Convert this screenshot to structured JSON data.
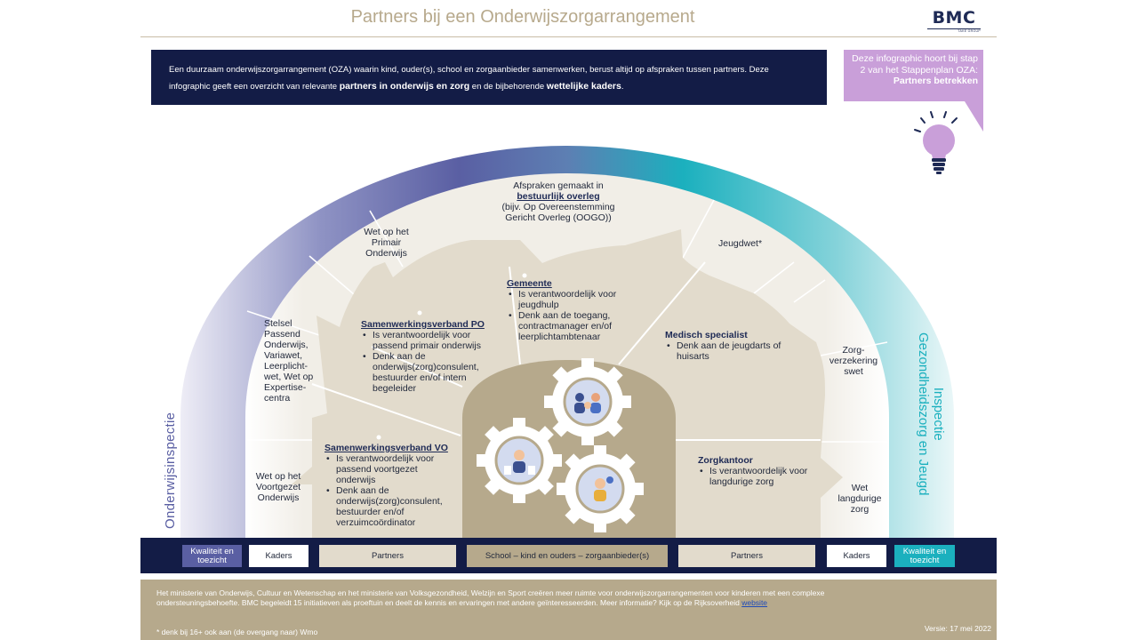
{
  "header": {
    "title": "Partners bij een Onderwijszorgarrangement",
    "logo": "BMC",
    "logo_sub": "TAKE GROUP"
  },
  "intro": {
    "text_1": "Een duurzaam onderwijszorgarrangement (OZA) waarin kind, ouder(s), school en zorgaanbieder samenwerken, berust altijd op afspraken tussen partners. Deze infographic geeft een overzicht van relevante ",
    "bold_1": "partners in onderwijs en zorg",
    "text_2": " en de bijbehorende ",
    "bold_2": "wettelijke kaders",
    "text_3": "."
  },
  "callout": {
    "line_1": "Deze infographic hoort bij stap 2 van het Stappenplan OZA:",
    "bold": "Partners betrekken"
  },
  "diagram": {
    "top": {
      "line_1": "Afspraken gemaakt in",
      "bold": "bestuurlijk overleg",
      "line_2": "(bijv. Op Overeenstemming Gericht Overleg (OOGO))"
    },
    "laws": {
      "wpo": "Wet op het Primair Onderwijs",
      "stelsel": "Stelsel Passend Onderwijs, Variawet, Leerplicht-wet, Wet op Expertise-centra",
      "wvo": "Wet op het Voortgezet Onderwijs",
      "jeugdwet": "Jeugdwet*",
      "zvw": "Zorg-verzekering swet",
      "wlz": "Wet langdurige zorg"
    },
    "partners": {
      "gemeente": {
        "title": "Gemeente",
        "items": [
          "Is verantwoordelijk voor jeugdhulp",
          "Denk aan de toegang, contractmanager en/of leerplichtambtenaar"
        ]
      },
      "swv_po": {
        "title": "Samenwerkingsverband PO",
        "items": [
          "Is verantwoordelijk voor passend primair  onderwijs",
          "Denk aan de onderwijs(zorg)consulent, bestuurder en/of intern begeleider"
        ]
      },
      "swv_vo": {
        "title": "Samenwerkingsverband VO",
        "items": [
          "Is verantwoordelijk voor passend voortgezet onderwijs",
          "Denk aan de onderwijs(zorg)consulent, bestuurder en/of verzuimcoördinator"
        ]
      },
      "medisch": {
        "title": "Medisch specialist",
        "items": [
          "Denk aan de jeugdarts of huisarts"
        ]
      },
      "zorgkantoor": {
        "title": "Zorgkantoor",
        "items": [
          "Is verantwoordelijk voor langdurige zorg"
        ]
      }
    },
    "left_vertical": "Onderwijsinspectie",
    "right_vertical_1": "Inspectie",
    "right_vertical_2": "Gezondheidszorg en Jeugd"
  },
  "bar": {
    "qual_left": "Kwaliteit en toezicht",
    "kaders_left": "Kaders",
    "partners_left": "Partners",
    "school": "School – kind en ouders – zorgaanbieder(s)",
    "partners_right": "Partners",
    "kaders_right": "Kaders",
    "qual_right": "Kwaliteit en toezicht"
  },
  "footer": {
    "text": "Het ministerie van Onderwijs, Cultuur en Wetenschap en het ministerie van Volksgezondheid, Welzijn en Sport creëren meer ruimte voor onderwijszorgarrangementen voor kinderen met een complexe ondersteuningsbehoefte. BMC begeleidt 15 initiatieven als proeftuin en deelt de kennis en ervaringen met andere geïnteresseerden. Meer informatie? Kijk op de Rijksoverheid ",
    "link": "website",
    "note": "* denk bij 16+ ook aan (de overgang naar) Wmo",
    "version": "Versie: 17 mei 2022"
  },
  "colors": {
    "navy": "#131c46",
    "purple": "#5a5fa3",
    "teal": "#1bb0be",
    "beige": "#b6a98c",
    "lilac": "#c99fd9"
  }
}
